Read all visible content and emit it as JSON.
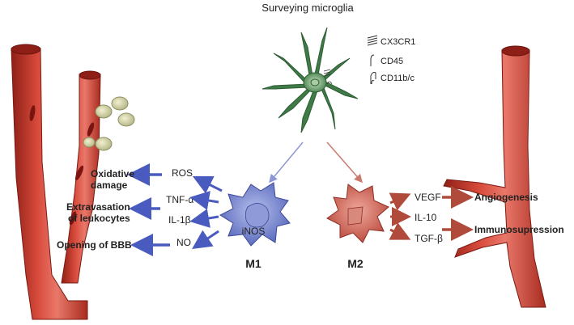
{
  "title": "Surveying microglia",
  "receptors": [
    {
      "label": "CX3CR1",
      "icon": "cx3cr1-receptor-icon"
    },
    {
      "label": "CD45",
      "icon": "cd45-receptor-icon"
    },
    {
      "label": "CD11b/c",
      "icon": "cd11bc-receptor-icon"
    }
  ],
  "m1": {
    "label": "M1",
    "inner_label": "iNOS",
    "color": "#6a79c4",
    "mediators": [
      "ROS",
      "TNF-α",
      "IL-1β",
      "NO"
    ],
    "effects": [
      "Oxidative",
      "damage",
      "Extravasation",
      "of leukocytes",
      "Opening of BBB"
    ]
  },
  "m2": {
    "label": "M2",
    "color": "#c8574a",
    "mediators": [
      "VEGF",
      "IL-10",
      "TGF-β"
    ],
    "effects": [
      "Angiogenesis",
      "Immunosupression"
    ]
  },
  "colors": {
    "vessel": "#c0392b",
    "vessel_dark": "#8e1f16",
    "m1_arrow": "#4a5bbf",
    "m2_arrow": "#b04a3b",
    "microglia": "#4e8a54"
  }
}
